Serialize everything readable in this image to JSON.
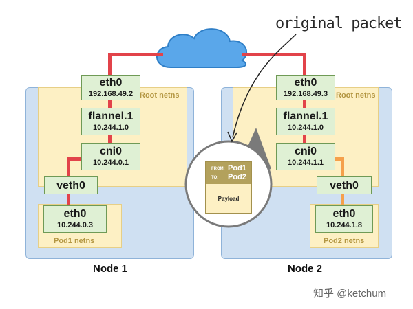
{
  "annotation": "original packet",
  "node1": {
    "title": "Node 1",
    "root_ns": "Root netns",
    "pod_ns": "Pod1 netns",
    "eth0": {
      "name": "eth0",
      "ip": "192.168.49.2"
    },
    "flannel": {
      "name": "flannel.1",
      "ip": "10.244.1.0"
    },
    "cni": {
      "name": "cni0",
      "ip": "10.244.0.1"
    },
    "veth": {
      "name": "veth0"
    },
    "pod_eth0": {
      "name": "eth0",
      "ip": "10.244.0.3"
    }
  },
  "node2": {
    "title": "Node 2",
    "root_ns": "Root netns",
    "pod_ns": "Pod2 netns",
    "eth0": {
      "name": "eth0",
      "ip": "192.168.49.3"
    },
    "flannel": {
      "name": "flannel.1",
      "ip": "10.244.1.0"
    },
    "cni": {
      "name": "cni0",
      "ip": "10.244.1.1"
    },
    "veth": {
      "name": "veth0"
    },
    "pod_eth0": {
      "name": "eth0",
      "ip": "10.244.1.8"
    }
  },
  "packet": {
    "from_label": "FROM:",
    "from_value": "Pod1",
    "to_label": "TO:",
    "to_value": "Pod2",
    "payload": "Payload"
  },
  "colors": {
    "link_red": "#e2434a",
    "link_orange": "#f5a04b",
    "cloud": "#5aa7ea"
  },
  "watermark": "知乎 @ketchum"
}
